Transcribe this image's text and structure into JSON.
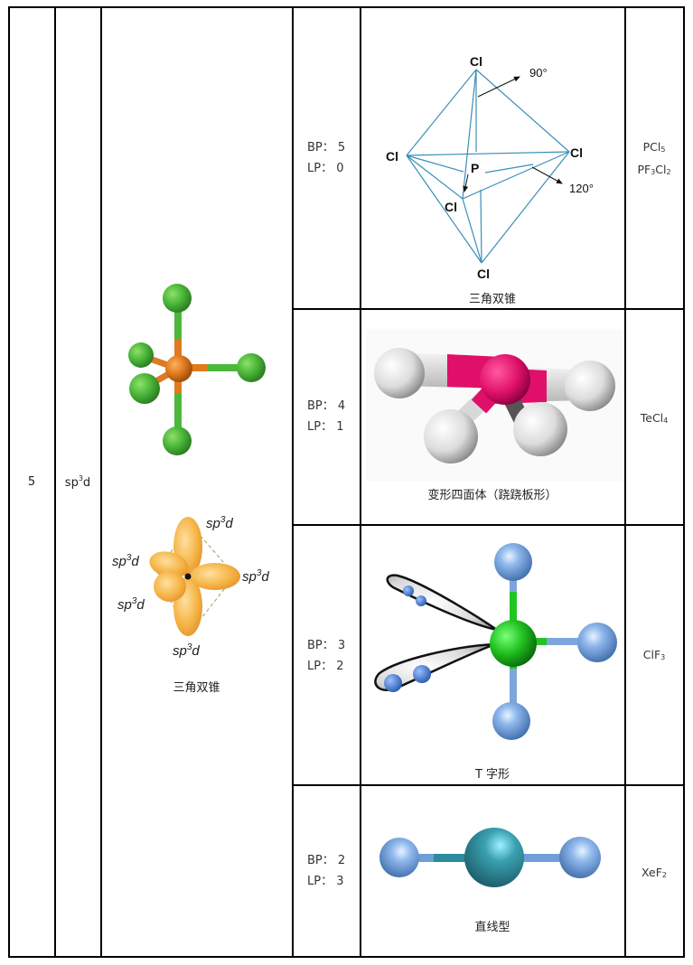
{
  "table": {
    "electron_pairs": "5",
    "hybridization": {
      "base": "sp",
      "sup": "3",
      "tail": "d"
    },
    "hybrid_panel": {
      "orbital_label": "sp3d",
      "orbital_label_parts": {
        "base": "sp",
        "sup": "3",
        "tail": "d"
      },
      "caption": "三角双锥"
    },
    "rows": [
      {
        "bp_label": "BP：",
        "bp": "5",
        "lp_label": "LP：",
        "lp": "0",
        "shape": "三角双锥",
        "diagram_labels": {
          "atom_center": "P",
          "atom_ligand": "Cl",
          "angle_axial": "90°",
          "angle_equatorial": "120°"
        },
        "examples": [
          {
            "base": "PCl",
            "sub": "5"
          },
          {
            "parts": [
              {
                "t": "PF"
              },
              {
                "s": "3"
              },
              {
                "t": "Cl"
              },
              {
                "s": "2"
              }
            ]
          }
        ]
      },
      {
        "bp_label": "BP：",
        "bp": "4",
        "lp_label": "LP：",
        "lp": "1",
        "shape": "变形四面体（跷跷板形）",
        "examples": [
          {
            "base": "TeCl",
            "sub": "4"
          }
        ]
      },
      {
        "bp_label": "BP：",
        "bp": "3",
        "lp_label": "LP：",
        "lp": "2",
        "shape": "T 字形",
        "examples": [
          {
            "base": "ClF",
            "sub": "3"
          }
        ]
      },
      {
        "bp_label": "BP：",
        "bp": "2",
        "lp_label": "LP：",
        "lp": "3",
        "shape": "直线型",
        "examples": [
          {
            "base": "XeF",
            "sub": "2"
          }
        ]
      }
    ]
  },
  "colors": {
    "border": "#000000",
    "diagram_line": "#3a8fb7",
    "pcl5_center": "#e07a1f",
    "pcl5_ligand": "#4cb83a",
    "tecl4_center": "#e0106a",
    "ligand_white": "#e8e8e8",
    "clf3_center": "#22c422",
    "fluorine_blue": "#6f9fd8",
    "xe_teal": "#2a8c9c",
    "orbital_orange": "#f5b445"
  }
}
